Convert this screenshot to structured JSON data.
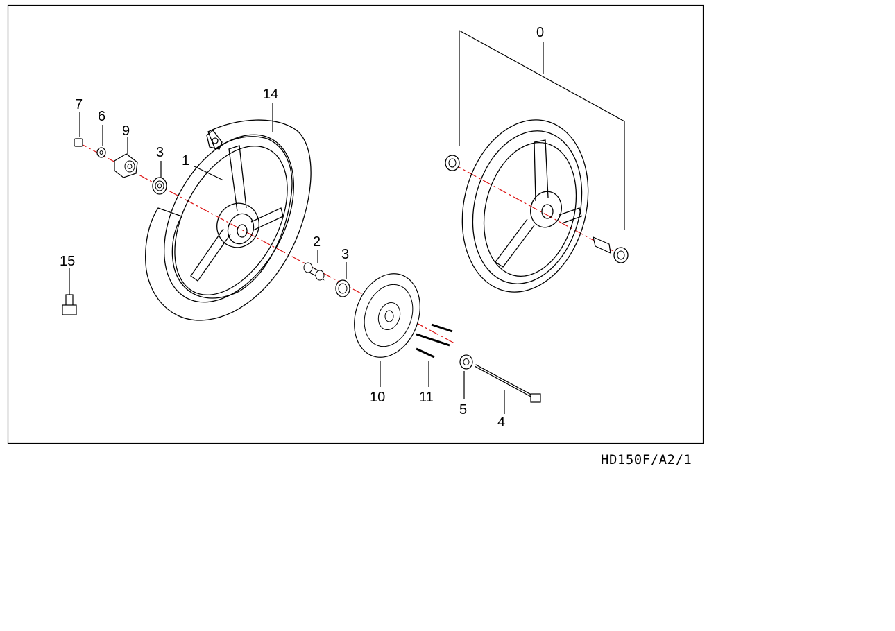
{
  "figure_code": "HD150F/A2/1",
  "callouts": [
    {
      "id": "c0",
      "text": "0"
    },
    {
      "id": "c1",
      "text": "1"
    },
    {
      "id": "c2",
      "text": "2"
    },
    {
      "id": "c3a",
      "text": "3"
    },
    {
      "id": "c3b",
      "text": "3"
    },
    {
      "id": "c4",
      "text": "4"
    },
    {
      "id": "c5",
      "text": "5"
    },
    {
      "id": "c6",
      "text": "6"
    },
    {
      "id": "c7",
      "text": "7"
    },
    {
      "id": "c9",
      "text": "9"
    },
    {
      "id": "c10",
      "text": "10"
    },
    {
      "id": "c11",
      "text": "11"
    },
    {
      "id": "c14",
      "text": "14"
    },
    {
      "id": "c15",
      "text": "15"
    }
  ],
  "colors": {
    "axis": "#dd1111",
    "line": "#000000",
    "background": "#ffffff"
  }
}
